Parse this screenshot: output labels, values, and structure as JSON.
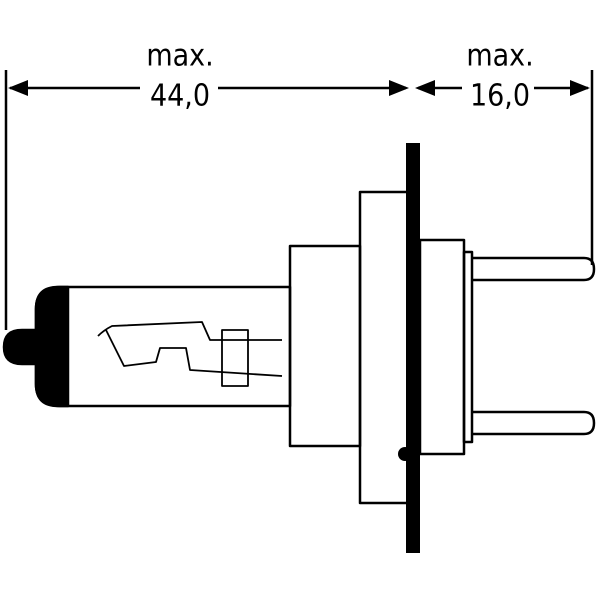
{
  "dimensions": {
    "length": {
      "label": "max.",
      "value": "44,0"
    },
    "pin_extension": {
      "label": "max.",
      "value": "16,0"
    }
  },
  "colors": {
    "line": "#000000",
    "background": "#ffffff"
  }
}
